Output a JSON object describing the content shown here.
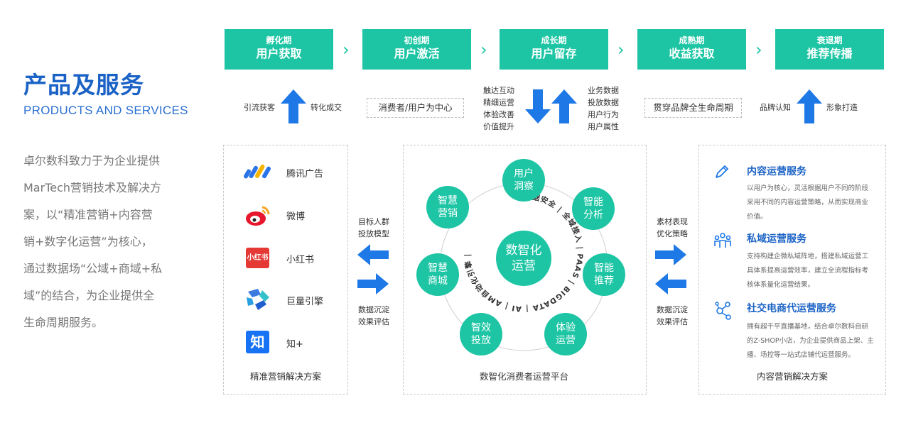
{
  "intro": {
    "title": "产品及服务",
    "subtitle": "PRODUCTS AND SERVICES",
    "lines": [
      "卓尔数科致力于为企业提供",
      "MarTech营销技术及解决方",
      "案，以“精准营销+内容营",
      "销+数字化运营”为核心，",
      "通过数据场“公域+商域+私",
      "域”的结合，为企业提供全",
      "生命周期服务。"
    ]
  },
  "stages": [
    {
      "phase": "孵化期",
      "name": "用户获取"
    },
    {
      "phase": "初创期",
      "name": "用户激活"
    },
    {
      "phase": "成长期",
      "name": "用户留存"
    },
    {
      "phase": "成熟期",
      "name": "收益获取"
    },
    {
      "phase": "衰退期",
      "name": "推荐传播"
    }
  ],
  "stage_row": {
    "left_a": "引流获客",
    "left_b": "转化成交",
    "consumer_box": "消费者/用户为中心",
    "growth_left": [
      "触达互动",
      "精细运营",
      "体验改善",
      "价值提升"
    ],
    "growth_right": [
      "业务数据",
      "投放数据",
      "用户行为",
      "用户属性"
    ],
    "lifecycle_box": "贯穿品牌全生命周期",
    "right_a": "品牌认知",
    "right_b": "形象打造"
  },
  "left_panel": {
    "brands": [
      {
        "name": "腾讯广告",
        "icon": "tencent-ads-icon"
      },
      {
        "name": "微博",
        "icon": "weibo-icon"
      },
      {
        "name": "小红书",
        "icon": "xiaohongshu-icon",
        "badge": "小红书"
      },
      {
        "name": "巨量引擎",
        "icon": "ocean-engine-icon"
      },
      {
        "name": "知+",
        "icon": "zhihu-icon",
        "badge": "知"
      }
    ],
    "caption": "精准营销解决方案"
  },
  "mid_arrows_left": {
    "top": [
      "目标人群",
      "投放模型"
    ],
    "bottom": [
      "数据沉淀",
      "效果评估"
    ]
  },
  "center_panel": {
    "core": [
      "数智化",
      "运营"
    ],
    "nodes": [
      {
        "lines": [
          "用户",
          "洞察"
        ]
      },
      {
        "lines": [
          "智能",
          "分析"
        ]
      },
      {
        "lines": [
          "智能",
          "推荐"
        ]
      },
      {
        "lines": [
          "体验",
          "运营"
        ]
      },
      {
        "lines": [
          "智效",
          "投放"
        ]
      },
      {
        "lines": [
          "智慧",
          "商城"
        ]
      },
      {
        "lines": [
          "智慧",
          "营销"
        ]
      }
    ],
    "ring_text": "数据安全 | 全域接入 | PAAS | BIGDATA | AI | AM自动化引擎 |",
    "caption": "数智化消费者运营平台"
  },
  "mid_arrows_right": {
    "top": [
      "素材表现",
      "优化策略"
    ],
    "bottom": [
      "数据沉淀",
      "效果评估"
    ]
  },
  "right_panel": {
    "services": [
      {
        "icon": "pen-icon",
        "title": "内容运营服务",
        "desc": [
          "以用户为核心，灵活根据用户不同的阶段",
          "采用不同的内容运营策略，从而实现商业",
          "价值。"
        ]
      },
      {
        "icon": "users-icon",
        "title": "私域运营服务",
        "desc": [
          "支持构建企微私域阵地，搭建私域运营工",
          "具体系提高运营效率，建立全流程指标考",
          "核体系量化运营结果。"
        ]
      },
      {
        "icon": "network-icon",
        "title": "社交电商代运营服务",
        "desc": [
          "拥有超千平直播基地，结合卓尔数科自研",
          "的Z-SHOP小店，为企业提供商品上架、主",
          "播、场控等一站式店铺代运营服务。"
        ]
      }
    ],
    "caption": "内容营销解决方案"
  },
  "colors": {
    "accent": "#1dc5a4",
    "brand_blue": "#1a62c5",
    "arrow_blue": "#1e78e6"
  }
}
